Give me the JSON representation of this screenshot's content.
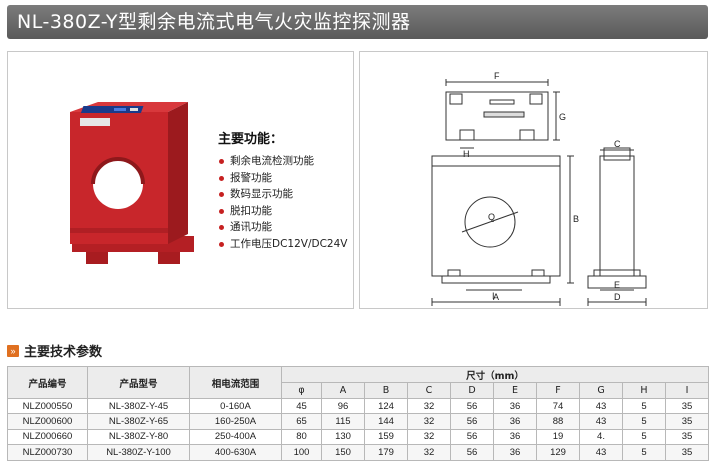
{
  "title": "NL-380Z-Y型剩余电流式电气火灾监控探测器",
  "features": {
    "title": "主要功能：",
    "items": [
      "剩余电流检测功能",
      "报警功能",
      "数码显示功能",
      "脱扣功能",
      "通讯功能",
      "工作电压DC12V/DC24V"
    ]
  },
  "diagram_labels": {
    "F": "F",
    "G": "G",
    "H": "H",
    "C": "C",
    "Q": "Q",
    "B": "B",
    "I": "I",
    "A": "A",
    "E": "E",
    "D": "D"
  },
  "section_title": "主要技术参数",
  "table": {
    "headers": {
      "code": "产品编号",
      "model": "产品型号",
      "current": "相电流范围",
      "size": "尺寸（mm）"
    },
    "dims": [
      "φ",
      "A",
      "B",
      "C",
      "D",
      "E",
      "F",
      "G",
      "H",
      "I"
    ],
    "rows": [
      [
        "NLZ000550",
        "NL-380Z-Y-45",
        "0-160A",
        "45",
        "96",
        "124",
        "32",
        "56",
        "36",
        "74",
        "43",
        "5",
        "35"
      ],
      [
        "NLZ000600",
        "NL-380Z-Y-65",
        "160-250A",
        "65",
        "115",
        "144",
        "32",
        "56",
        "36",
        "88",
        "43",
        "5",
        "35"
      ],
      [
        "NLZ000660",
        "NL-380Z-Y-80",
        "250-400A",
        "80",
        "130",
        "159",
        "32",
        "56",
        "36",
        "19",
        "4.",
        "5",
        "35"
      ],
      [
        "NLZ000730",
        "NL-380Z-Y-100",
        "400-630A",
        "100",
        "150",
        "179",
        "32",
        "56",
        "36",
        "129",
        "43",
        "5",
        "35"
      ]
    ]
  },
  "colors": {
    "product_red": "#c8262b",
    "title_bar": "#6a6a6a",
    "bullet": "#c62020",
    "accent_orange": "#e07020"
  }
}
